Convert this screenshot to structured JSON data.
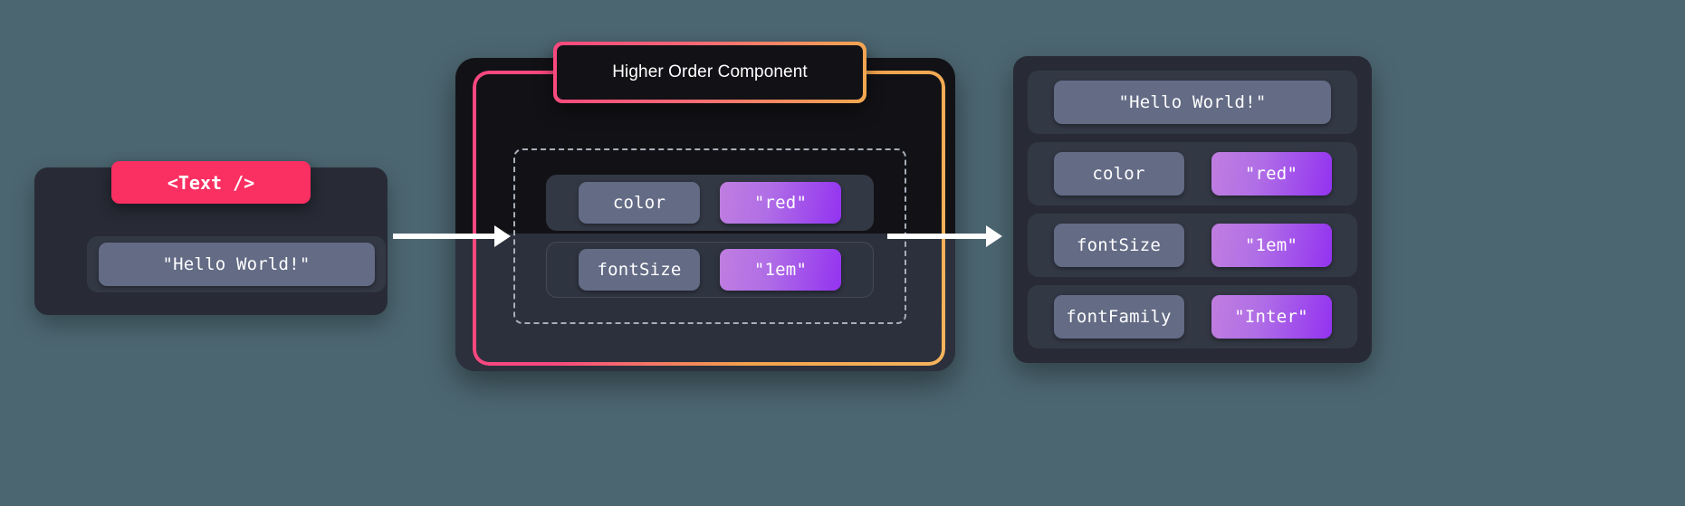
{
  "background_color": "#4c6671",
  "colors": {
    "panel_dark": "#282b36",
    "panel_black": "#121216",
    "row_bg": "#333845",
    "key_chip": "#636b85",
    "value_chip_start": "#c07ee0",
    "value_chip_end": "#9333f0",
    "badge_pink": "#fa2f62",
    "outline_pink": "#f8487f",
    "outline_orange": "#f3a94f",
    "arrow": "#ffffff"
  },
  "left_panel": {
    "badge_label": "<Text />",
    "rows": [
      {
        "value": "\"Hello World!\""
      }
    ]
  },
  "center_panel": {
    "title": "Higher Order Component",
    "rows": [
      {
        "key": "color",
        "value": "\"red\""
      },
      {
        "key": "fontSize",
        "value": "\"1em\""
      }
    ]
  },
  "right_panel": {
    "rows": [
      {
        "key": "\"Hello World!\"",
        "value": null
      },
      {
        "key": "color",
        "value": "\"red\""
      },
      {
        "key": "fontSize",
        "value": "\"1em\""
      },
      {
        "key": "fontFamily",
        "value": "\"Inter\""
      }
    ]
  },
  "arrows": [
    {
      "name": "arrow-left-to-center"
    },
    {
      "name": "arrow-center-to-right"
    }
  ]
}
